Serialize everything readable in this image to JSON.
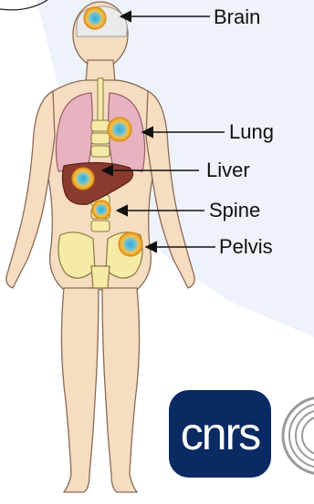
{
  "labels": {
    "brain": "Brain",
    "lung": "Lung",
    "liver": "Liver",
    "spine": "Spine",
    "pelvis": "Pelvis"
  },
  "logos": {
    "cnrs": "cnrs"
  },
  "colors": {
    "background_wedge": "#eef3fb",
    "skin": "#f6dcc0",
    "skin_outline": "#8a6a55",
    "lung": "#e7b3c0",
    "liver": "#8b3a2e",
    "bone": "#f5eaa6",
    "tumor": "#f2b43a",
    "cnrs_blue": "#0a2a63"
  },
  "icons": [
    "tumor-icon",
    "arrow-icon",
    "cnrs-logo",
    "seal-logo"
  ]
}
